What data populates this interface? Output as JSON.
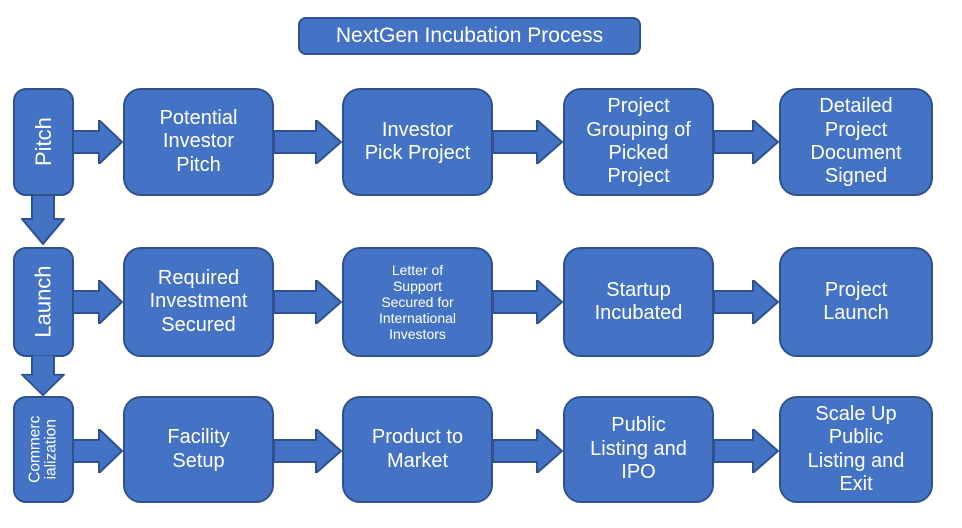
{
  "title": "NextGen Incubation Process",
  "colors": {
    "box_fill": "#4472C4",
    "box_border": "#2F528F",
    "text_color": "#FFFFFF",
    "bg_color": "#FFFFFF"
  },
  "rows": [
    {
      "label_lines": [
        "Pitch"
      ],
      "steps": [
        {
          "lines": [
            "Potential",
            "Investor",
            "Pitch"
          ]
        },
        {
          "lines": [
            "Investor",
            "Pick Project"
          ]
        },
        {
          "lines": [
            "Project",
            "Grouping of",
            "Picked",
            "Project"
          ]
        },
        {
          "lines": [
            "Detailed",
            "Project",
            "Document",
            "Signed"
          ]
        }
      ]
    },
    {
      "label_lines": [
        "Launch"
      ],
      "steps": [
        {
          "lines": [
            "Required",
            "Investment",
            "Secured"
          ]
        },
        {
          "lines": [
            "Letter of",
            "Support",
            "Secured for",
            "International",
            "Investors"
          ]
        },
        {
          "lines": [
            "Startup",
            "Incubated"
          ]
        },
        {
          "lines": [
            "Project",
            "Launch"
          ]
        }
      ]
    },
    {
      "label_lines": [
        "Commerc",
        "ialization"
      ],
      "steps": [
        {
          "lines": [
            "Facility",
            "Setup"
          ]
        },
        {
          "lines": [
            "Product to",
            "Market"
          ]
        },
        {
          "lines": [
            "Public",
            "Listing and",
            "IPO"
          ]
        },
        {
          "lines": [
            "Scale Up",
            "Public",
            "Listing and",
            "Exit"
          ]
        }
      ]
    }
  ]
}
